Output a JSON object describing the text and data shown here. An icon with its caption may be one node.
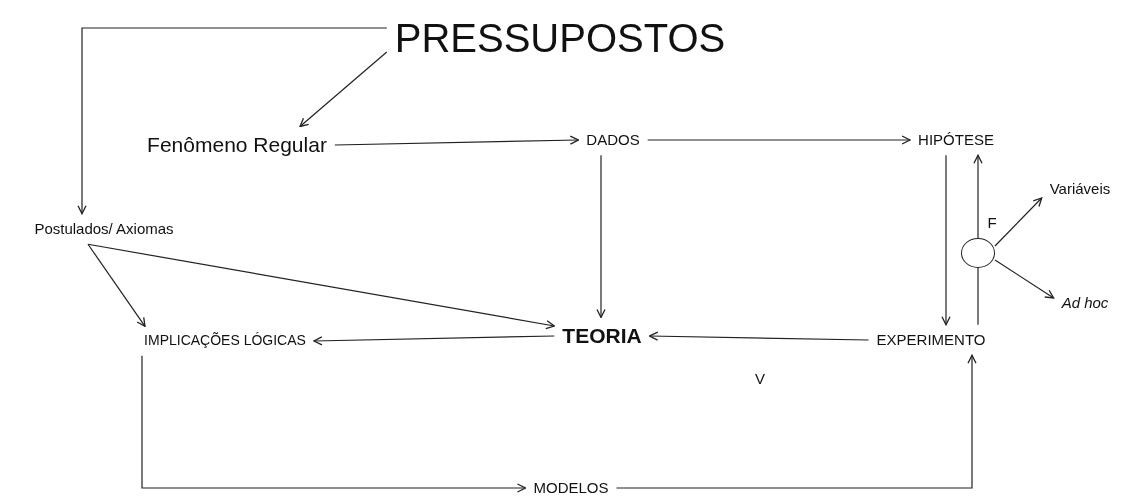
{
  "diagram": {
    "nodes": [
      {
        "text": [
          "PRESSUPOSTOS"
        ]
      },
      {
        "text": [
          "Fenômeno Regular"
        ]
      },
      {
        "text": [
          "DADOS"
        ]
      },
      {
        "text": [
          "HIPÓTESE"
        ]
      },
      {
        "text": [
          "Variáveis"
        ]
      },
      {
        "text": [
          "Postulados/ Axiomas"
        ]
      },
      {
        "text": [],
        "shape": "circle"
      },
      {
        "text": [
          "Ad hoc"
        ]
      },
      {
        "text": [
          "TEORIA"
        ]
      },
      {
        "text": [
          "IMPLICAÇÕES LÓGICAS"
        ]
      },
      {
        "text": [
          "EXPERIMENTO"
        ]
      },
      {
        "text": [
          "MODELOS"
        ]
      }
    ],
    "edges": [
      {
        "from": 0,
        "to": 5,
        "arrow": "to"
      },
      {
        "from": 0,
        "to": 1,
        "arrow": "to"
      },
      {
        "from": 1,
        "to": 2,
        "arrow": "to"
      },
      {
        "from": 2,
        "to": 3,
        "arrow": "to"
      },
      {
        "from": 2,
        "to": 8,
        "arrow": "to"
      },
      {
        "from": 3,
        "to": 10,
        "arrow": "to"
      },
      {
        "from": 10,
        "to": 6,
        "arrow": "none"
      },
      {
        "from": 6,
        "to": 3,
        "arrow": "to"
      },
      {
        "from": 6,
        "to": 4,
        "arrow": "to"
      },
      {
        "from": 6,
        "to": 7,
        "arrow": "to"
      },
      {
        "from": 5,
        "to": 8,
        "arrow": "to"
      },
      {
        "from": 5,
        "to": 9,
        "arrow": "to"
      },
      {
        "from": 8,
        "to": 9,
        "arrow": "to"
      },
      {
        "from": 10,
        "to": 8,
        "arrow": "to"
      },
      {
        "from": 9,
        "to": 11,
        "arrow": "to"
      },
      {
        "from": 11,
        "to": 10,
        "arrow": "to"
      }
    ],
    "labels": [
      "F",
      "V"
    ]
  }
}
